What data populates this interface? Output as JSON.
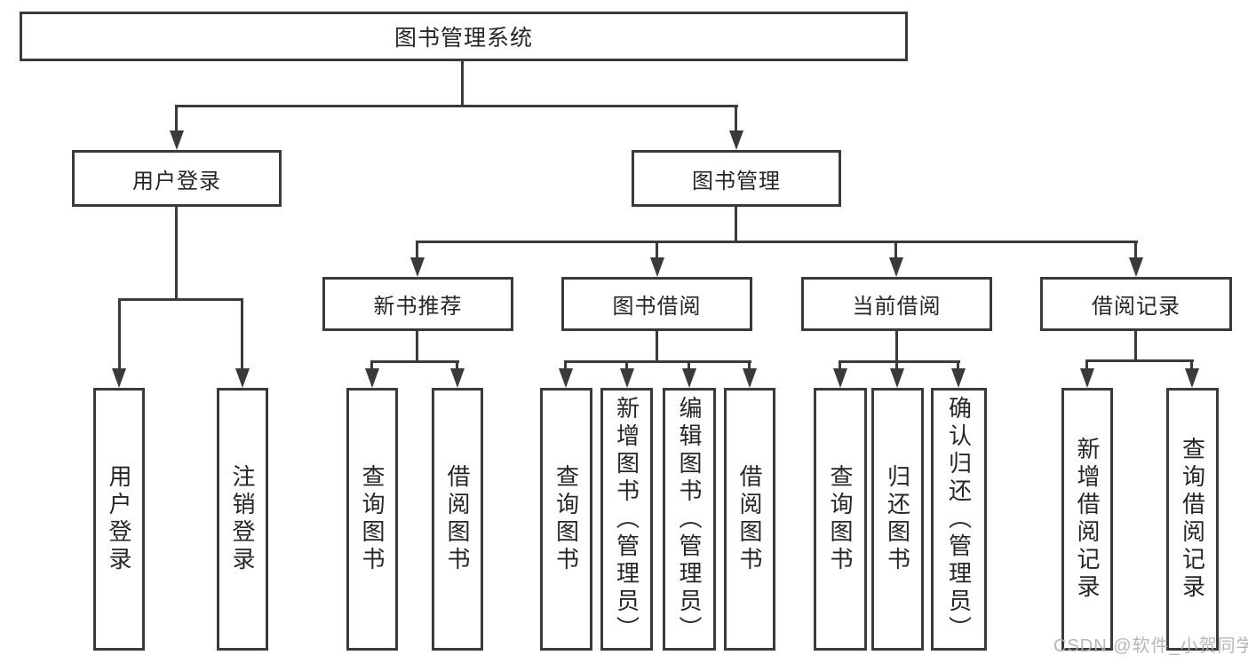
{
  "title": "图书管理系统",
  "tree": {
    "label": "图书管理系统",
    "children": [
      {
        "label": "用户登录",
        "children": [
          {
            "label": "用户登录"
          },
          {
            "label": "注销登录"
          }
        ]
      },
      {
        "label": "图书管理",
        "children": [
          {
            "label": "新书推荐",
            "children": [
              {
                "label": "查询图书"
              },
              {
                "label": "借阅图书"
              }
            ]
          },
          {
            "label": "图书借阅",
            "children": [
              {
                "label": "查询图书"
              },
              {
                "label": "新增图书（管理员）"
              },
              {
                "label": "编辑图书（管理员）"
              },
              {
                "label": "借阅图书"
              }
            ]
          },
          {
            "label": "当前借阅",
            "children": [
              {
                "label": "查询图书"
              },
              {
                "label": "归还图书"
              },
              {
                "label": "确认归还（管理员）"
              }
            ]
          },
          {
            "label": "借阅记录",
            "children": [
              {
                "label": "新增借阅记录"
              },
              {
                "label": "查询借阅记录"
              }
            ]
          }
        ]
      }
    ]
  },
  "watermark": {
    "text": "CSDN @软件_小贺同学"
  },
  "colors": {
    "line": "#3a3a3a",
    "text": "#262626",
    "watermark": "#b0b0b0",
    "background": "#ffffff"
  }
}
